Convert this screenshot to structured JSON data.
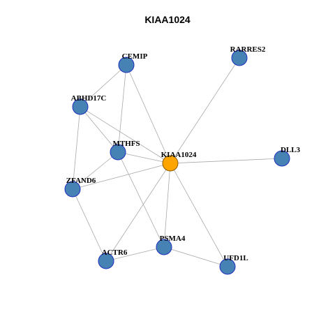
{
  "title": "KIAA1024",
  "colors": {
    "node_default": "#4682b4",
    "node_border": "#1f2fbf",
    "node_focus": "#ffa500",
    "node_focus_border": "#8a5a00",
    "edge": "#a9a9a9"
  },
  "nodes": [
    {
      "id": "KIAA1024",
      "label": "KIAA1024",
      "focus": true
    },
    {
      "id": "CEMIP",
      "label": "CEMIP",
      "focus": false
    },
    {
      "id": "RARRES2",
      "label": "RARRES2",
      "focus": false
    },
    {
      "id": "ABHD17C",
      "label": "ABHD17C",
      "focus": false
    },
    {
      "id": "MTHFS",
      "label": "MTHFS",
      "focus": false
    },
    {
      "id": "DLL3",
      "label": "DLL3",
      "focus": false
    },
    {
      "id": "ZFAND6",
      "label": "ZFAND6",
      "focus": false
    },
    {
      "id": "PSMA4",
      "label": "PSMA4",
      "focus": false
    },
    {
      "id": "ACTR6",
      "label": "ACTR6",
      "focus": false
    },
    {
      "id": "UFD1L",
      "label": "UFD1L",
      "focus": false
    }
  ],
  "edges": [
    [
      "KIAA1024",
      "CEMIP"
    ],
    [
      "KIAA1024",
      "RARRES2"
    ],
    [
      "KIAA1024",
      "MTHFS"
    ],
    [
      "KIAA1024",
      "DLL3"
    ],
    [
      "KIAA1024",
      "ZFAND6"
    ],
    [
      "KIAA1024",
      "PSMA4"
    ],
    [
      "KIAA1024",
      "ACTR6"
    ],
    [
      "KIAA1024",
      "UFD1L"
    ],
    [
      "CEMIP",
      "ABHD17C"
    ],
    [
      "CEMIP",
      "MTHFS"
    ],
    [
      "ABHD17C",
      "MTHFS"
    ],
    [
      "ABHD17C",
      "ZFAND6"
    ],
    [
      "ABHD17C",
      "KIAA1024"
    ],
    [
      "MTHFS",
      "ZFAND6"
    ],
    [
      "MTHFS",
      "PSMA4"
    ],
    [
      "ZFAND6",
      "ACTR6"
    ],
    [
      "ACTR6",
      "PSMA4"
    ],
    [
      "PSMA4",
      "UFD1L"
    ]
  ]
}
